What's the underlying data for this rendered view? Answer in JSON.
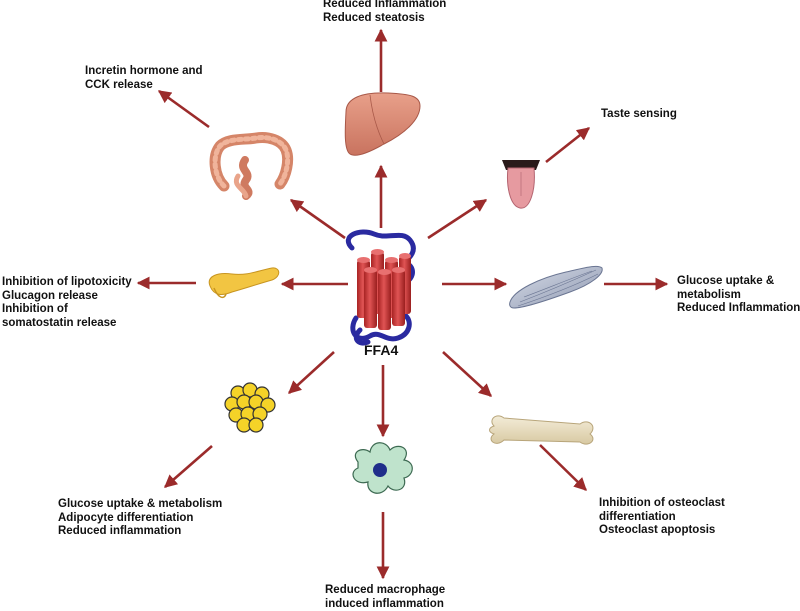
{
  "center": {
    "label": "FFA4"
  },
  "colors": {
    "arrow": "#9b2b2b"
  },
  "targets": [
    {
      "organ": "liver",
      "icon": "liver-icon",
      "lines": [
        "Reduced Inflammation",
        "Reduced steatosis"
      ]
    },
    {
      "organ": "intestine",
      "icon": "intestine-icon",
      "lines": [
        "Incretin hormone and",
        "CCK release"
      ]
    },
    {
      "organ": "tongue",
      "icon": "tongue-icon",
      "lines": [
        "Taste sensing"
      ]
    },
    {
      "organ": "pancreas",
      "icon": "pancreas-icon",
      "lines": [
        "Inhibition of lipotoxicity",
        "Glucagon release",
        "Inhibition of",
        "somatostatin release"
      ]
    },
    {
      "organ": "muscle",
      "icon": "muscle-icon",
      "lines": [
        "Glucose uptake &",
        "metabolism",
        "Reduced Inflammation"
      ]
    },
    {
      "organ": "adipocyte",
      "icon": "adipocyte-cluster-icon",
      "lines": [
        "Glucose uptake & metabolism",
        "Adipocyte differentiation",
        "Reduced inflammation"
      ]
    },
    {
      "organ": "macrophage",
      "icon": "macrophage-icon",
      "lines": [
        "Reduced macrophage",
        "induced inflammation"
      ]
    },
    {
      "organ": "bone",
      "icon": "bone-icon",
      "lines": [
        "Inhibition of osteoclast",
        "differentiation",
        "Osteoclast apoptosis"
      ]
    }
  ]
}
